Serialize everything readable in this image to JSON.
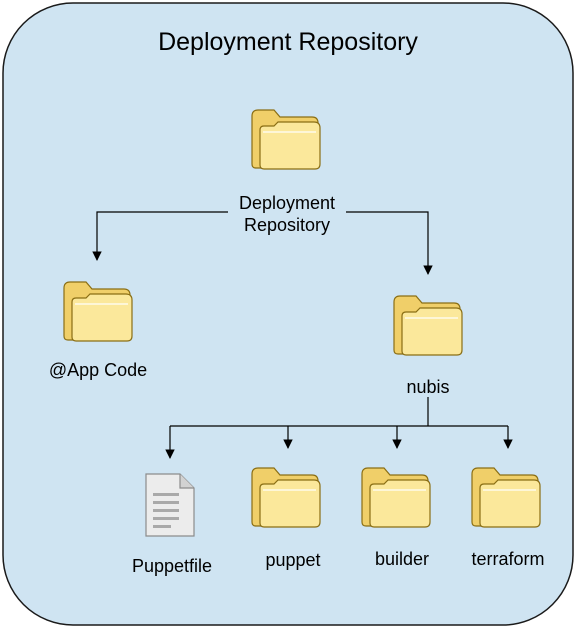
{
  "diagram": {
    "title": "Deployment Repository",
    "colors": {
      "background": "#cfe4f2",
      "border": "#1a1a1a",
      "folder_back": "#f0cf69",
      "folder_front": "#fbe89b",
      "folder_outline": "#8a6e14",
      "connector": "#000000"
    },
    "nodes": {
      "root": {
        "label_line1": "Deployment",
        "label_line2": "Repository",
        "icon": "folder-icon"
      },
      "app_code": {
        "label": "@App Code",
        "icon": "folder-icon"
      },
      "nubis": {
        "label": "nubis",
        "icon": "folder-icon"
      },
      "puppetfile": {
        "label": "Puppetfile",
        "icon": "document-icon"
      },
      "puppet": {
        "label": "puppet",
        "icon": "folder-icon"
      },
      "builder": {
        "label": "builder",
        "icon": "folder-icon"
      },
      "terraform": {
        "label": "terraform",
        "icon": "folder-icon"
      }
    },
    "edges": [
      [
        "root",
        "app_code"
      ],
      [
        "root",
        "nubis"
      ],
      [
        "nubis",
        "puppetfile"
      ],
      [
        "nubis",
        "puppet"
      ],
      [
        "nubis",
        "builder"
      ],
      [
        "nubis",
        "terraform"
      ]
    ]
  }
}
